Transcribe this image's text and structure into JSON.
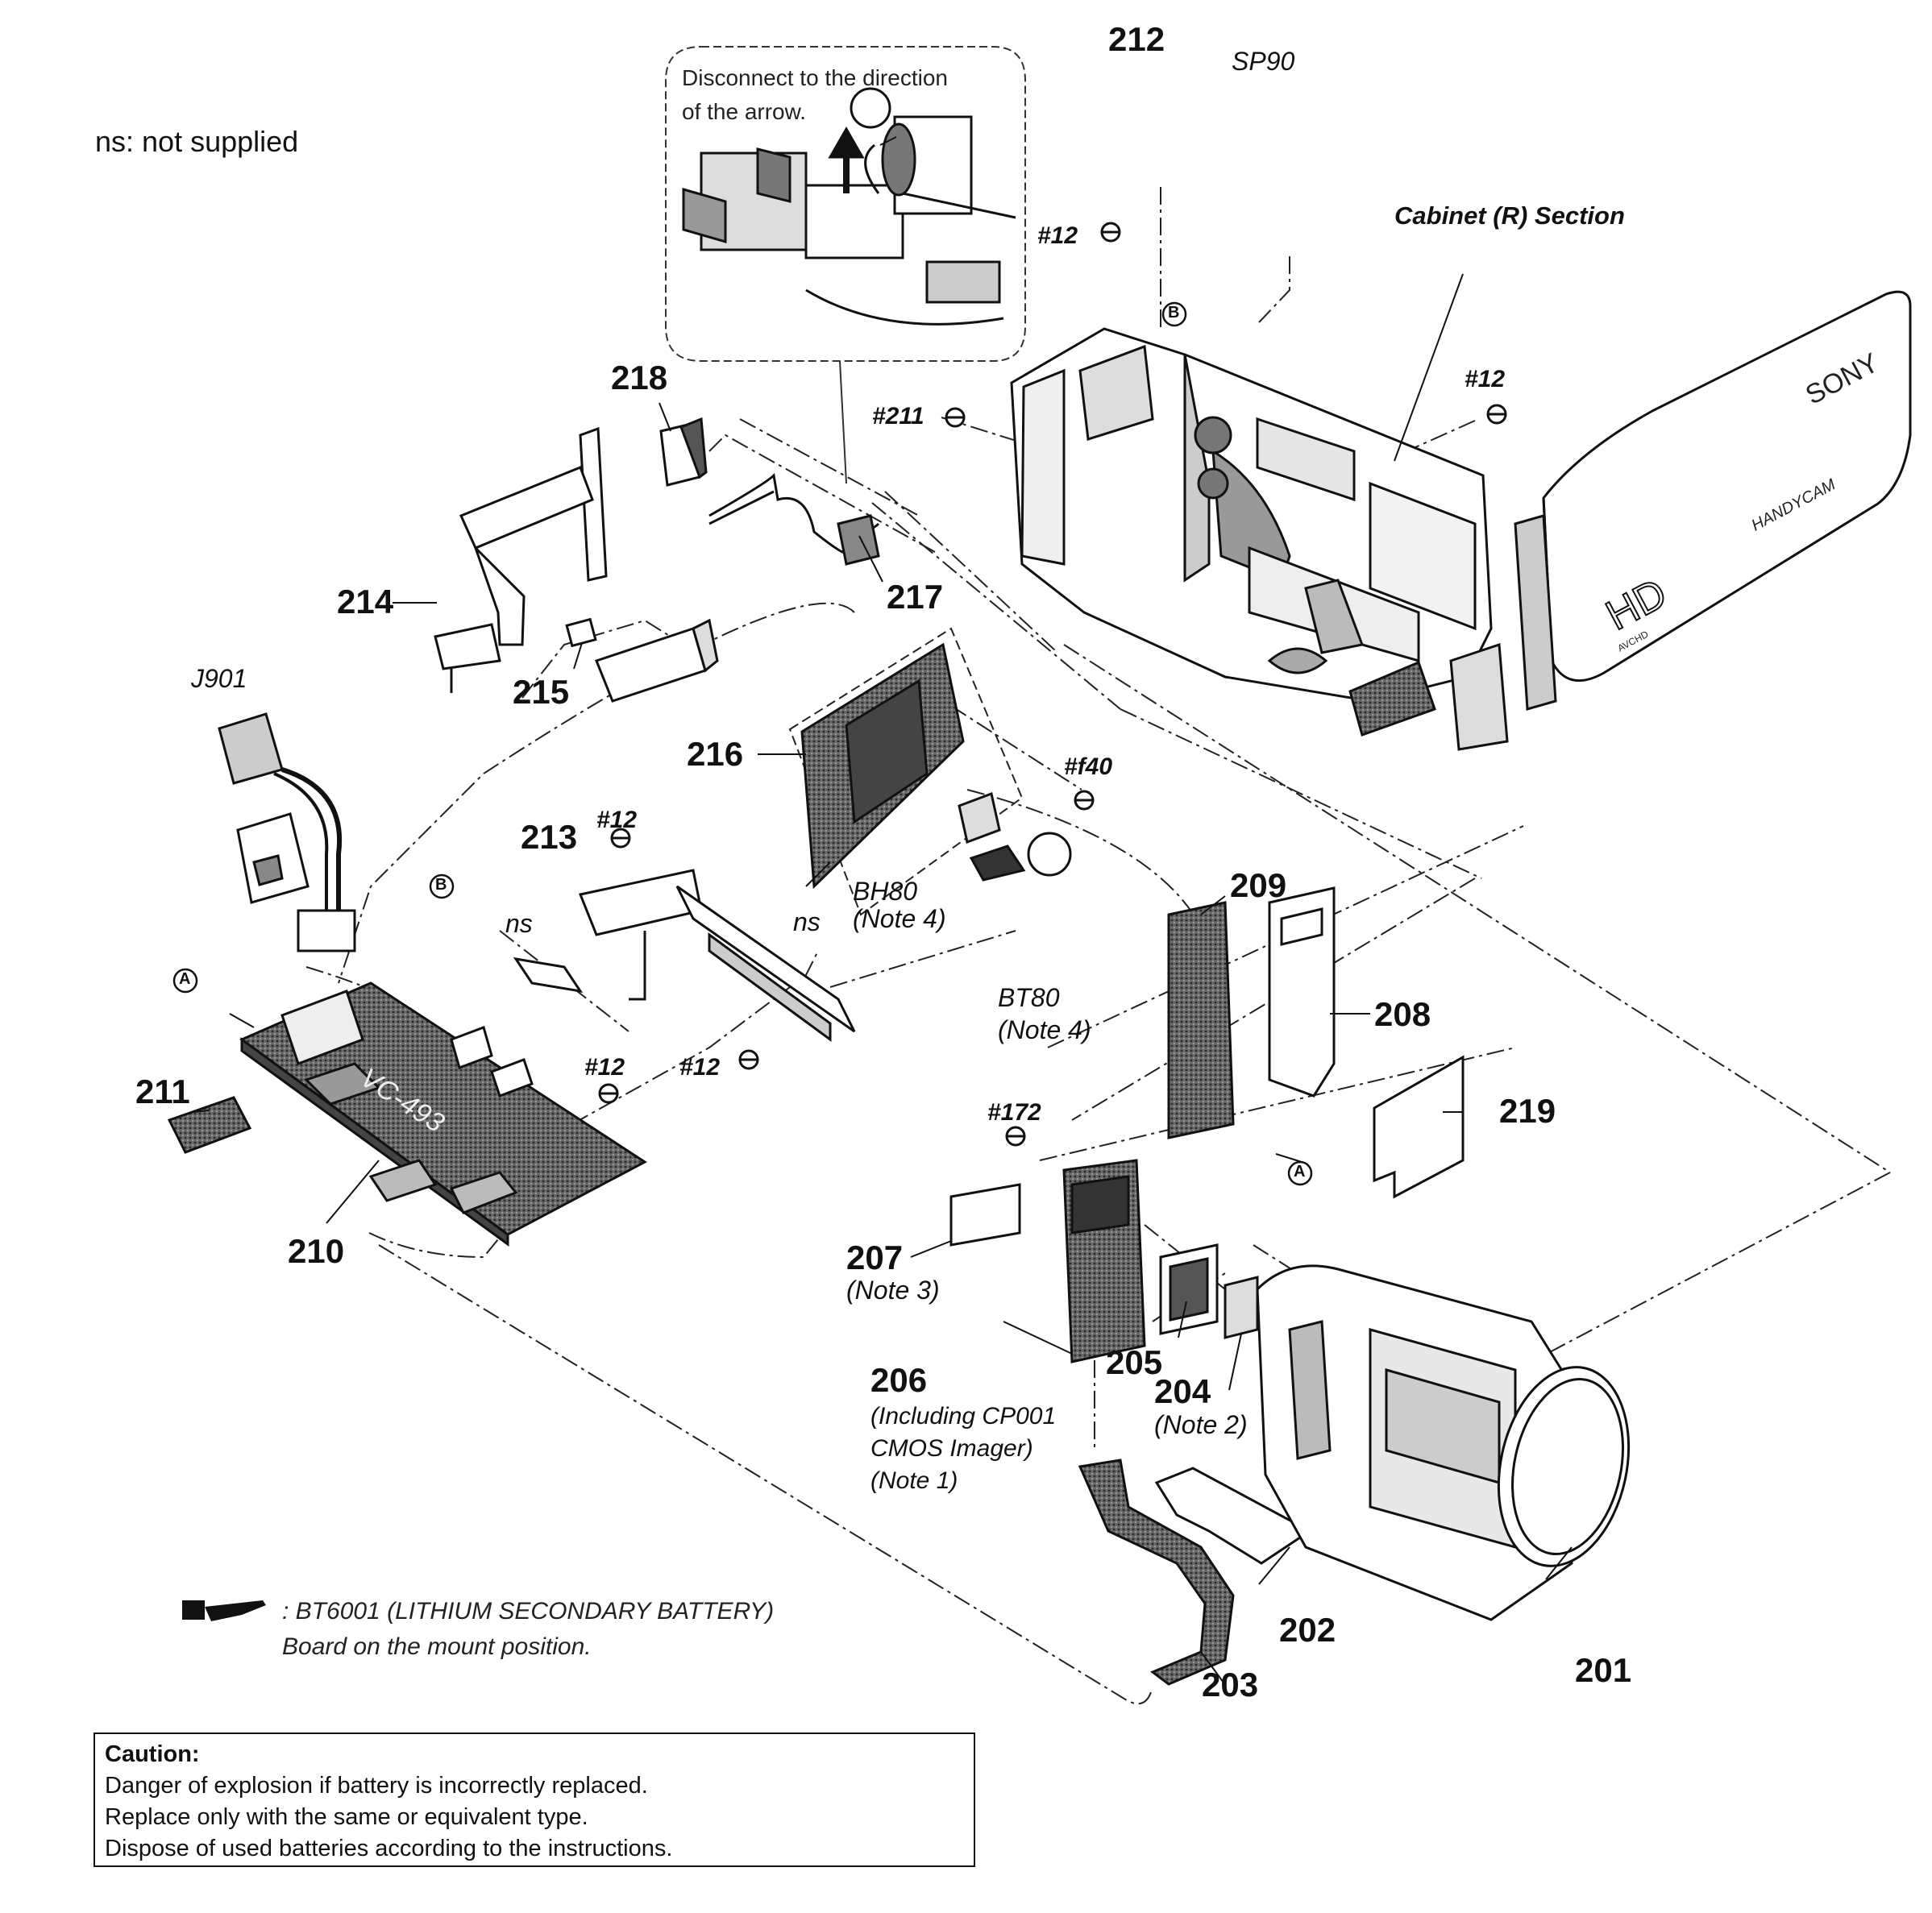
{
  "header": {
    "not_supplied_note": "ns: not supplied",
    "section_label": "Cabinet (R) Section"
  },
  "callout": {
    "line1": "Disconnect to the direction",
    "line2": "of the arrow."
  },
  "parts": {
    "p201": "201",
    "p202": "202",
    "p203": "203",
    "p204": "204",
    "p205": "205",
    "p206": "206",
    "p207": "207",
    "p208": "208",
    "p209": "209",
    "p210": "210",
    "p211": "211",
    "p212": "212",
    "p213": "213",
    "p214": "214",
    "p215": "215",
    "p216": "216",
    "p217": "217",
    "p218": "218",
    "p219": "219"
  },
  "ref_parts": {
    "j901": "J901",
    "sp90": "SP90",
    "bh80": "BH80",
    "bt80": "BT80"
  },
  "screws": {
    "s12": "#12",
    "s211": "#211",
    "s140": "#f40",
    "s172": "#172"
  },
  "notes": {
    "ns": "ns",
    "note1": "(Note 1)",
    "note2": "(Note 2)",
    "note3": "(Note 3)",
    "note4": "(Note 4)",
    "including": "(Including CP001",
    "cmos": "CMOS Imager)"
  },
  "markers": {
    "a": "A",
    "b": "B"
  },
  "board_print": "VC-493",
  "brand": {
    "sony": "SONY",
    "handycam": "HANDYCAM",
    "hd": "HD",
    "avchd": "AVCHD"
  },
  "battery_legend": {
    "line1": ": BT6001 (LITHIUM SECONDARY BATTERY)",
    "line2": "Board on the mount position."
  },
  "caution": {
    "title": "Caution:",
    "line1": "Danger of explosion if battery is incorrectly replaced.",
    "line2": "Replace only with the same or equivalent type.",
    "line3": "Dispose of used batteries according to the instructions."
  }
}
